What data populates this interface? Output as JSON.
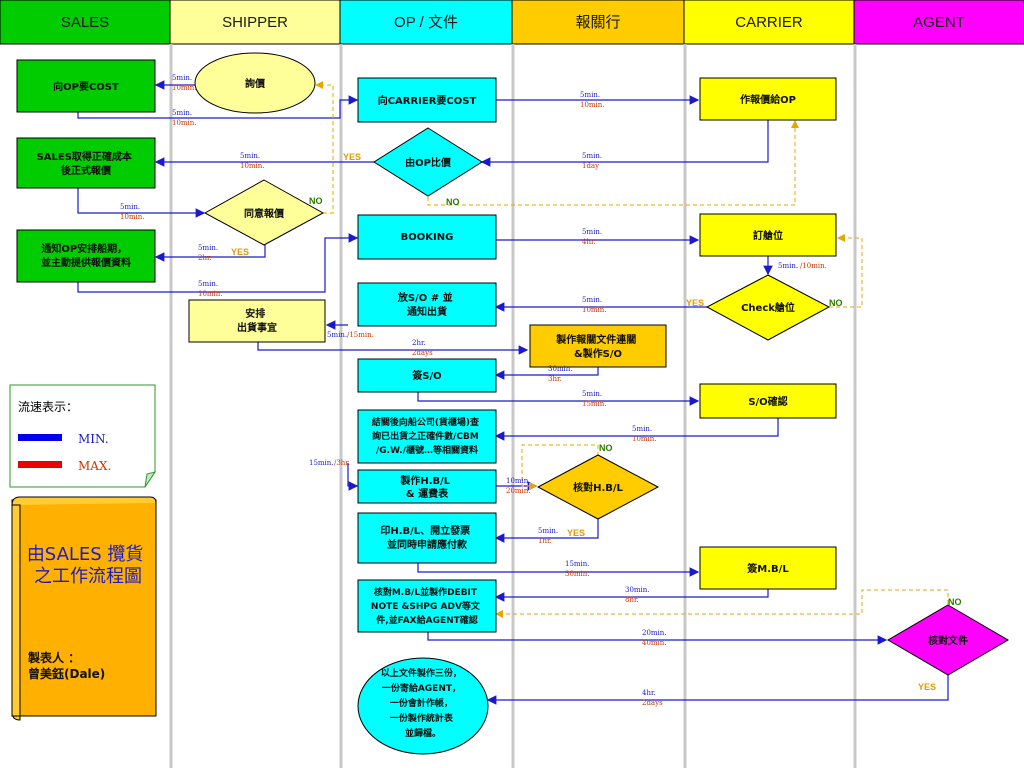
{
  "lanes": [
    "SALES",
    "SHIPPER",
    "OP / 文件",
    "報關行",
    "CARRIER",
    "AGENT"
  ],
  "colors": {
    "sales": "#00cc00",
    "shipper": "#ffff99",
    "op": "#00ffff",
    "broker": "#ffcc00",
    "carrier": "#ffff00",
    "agent": "#ff00ff",
    "blue_line": "#1a1acc",
    "dash_line": "#e6a800"
  },
  "nodes": {
    "ask_op_cost": "向OP要COST",
    "inquiry": "詢價",
    "ask_carrier_cost": "向CARRIER要COST",
    "carrier_quote": "作報價給OP",
    "sales_cost": [
      "SALES取得正確成本",
      "後正式報價"
    ],
    "op_compare": "由OP比價",
    "agree_quote": "同意報價",
    "notify_op": [
      "通知OP安排船期，",
      "並主動提供報價資料"
    ],
    "booking": "BOOKING",
    "book_space": "訂艙位",
    "check_space": "Check艙位",
    "release_so": [
      "放S/O # 並",
      "通知出貨"
    ],
    "arrange_ship": [
      "安排",
      "出貨事宜"
    ],
    "customs_docs": [
      "製作報關文件連關",
      "&製作S/O"
    ],
    "sign_so": "簽S/O",
    "so_confirm": "S/O確認",
    "post_customs": [
      "結關後向船公司(貨櫃場)查",
      "詢已出貨之正確件數/CBM",
      "/G.W./櫃號…等相關資料"
    ],
    "make_hbl": [
      "製作H.B/L",
      "& 運費表"
    ],
    "check_hbl": "核對H.B/L",
    "print_hbl": [
      "印H.B/L、開立發票",
      "並同時申請應付款"
    ],
    "sign_mbl": "簽M.B/L",
    "check_mbl": [
      "核對M.B/L並製作DEBIT",
      "NOTE &SHPG ADV等文",
      "件,並FAX給AGENT確認"
    ],
    "check_docs": "核對文件",
    "docs_three": [
      "以上文件製作三份，",
      "一份寄給AGENT，",
      "一份會計作帳，",
      "一份製作統計表",
      "並歸檔。"
    ]
  },
  "times": {
    "t1": [
      "5min.",
      "10min."
    ],
    "t2": [
      "5min.",
      "10min."
    ],
    "t3": [
      "5min.",
      "10min."
    ],
    "t4": [
      "5min.",
      "10min."
    ],
    "t5": [
      "5min.",
      "1day"
    ],
    "t6": [
      "5min.",
      "10min."
    ],
    "t7": [
      "5min.",
      "2hr."
    ],
    "t8": [
      "5min.",
      "10min."
    ],
    "t9": [
      "5min.",
      "4hr."
    ],
    "t10": [
      "5min.",
      "/10min."
    ],
    "t11": [
      "5min.",
      "10min."
    ],
    "t12": [
      "5min.",
      "/15min."
    ],
    "t13": [
      "2hr.",
      "2days"
    ],
    "t14": [
      "30min.",
      "3hr."
    ],
    "t15": [
      "5min.",
      "15min."
    ],
    "t16": [
      "5min.",
      "10min."
    ],
    "t17": [
      "15min.",
      "/3hr."
    ],
    "t18": [
      "10min.",
      "20min."
    ],
    "t19": [
      "5min.",
      "1hr."
    ],
    "t20": [
      "15min.",
      "30min."
    ],
    "t21": [
      "30min.",
      "8hr."
    ],
    "t22": [
      "20min.",
      "40min."
    ],
    "t23": [
      "4hr.",
      "2days"
    ]
  },
  "decision_labels": {
    "yes": "YES",
    "no": "NO"
  },
  "legend": {
    "title": "流速表示：",
    "min": "MIN.",
    "max": "MAX."
  },
  "title_box": {
    "title": [
      "由SALES 攬貨",
      "之工作流程圖"
    ],
    "maker": [
      "製表人 ：",
      "曾美鈺(Dale)"
    ]
  }
}
